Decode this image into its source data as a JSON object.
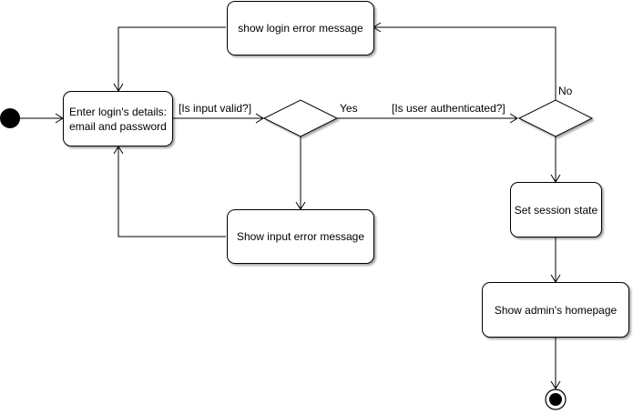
{
  "nodes": {
    "enter_details": "Enter login's details:\nemail and password",
    "login_error": "show login error message",
    "input_error": "Show input error message",
    "session_state": "Set session state",
    "admin_homepage": "Show admin's homepage"
  },
  "labels": {
    "is_input_valid": "[Is input valid?]",
    "yes": "Yes",
    "is_user_authenticated": "[Is user authenticated?]",
    "no": "No"
  }
}
